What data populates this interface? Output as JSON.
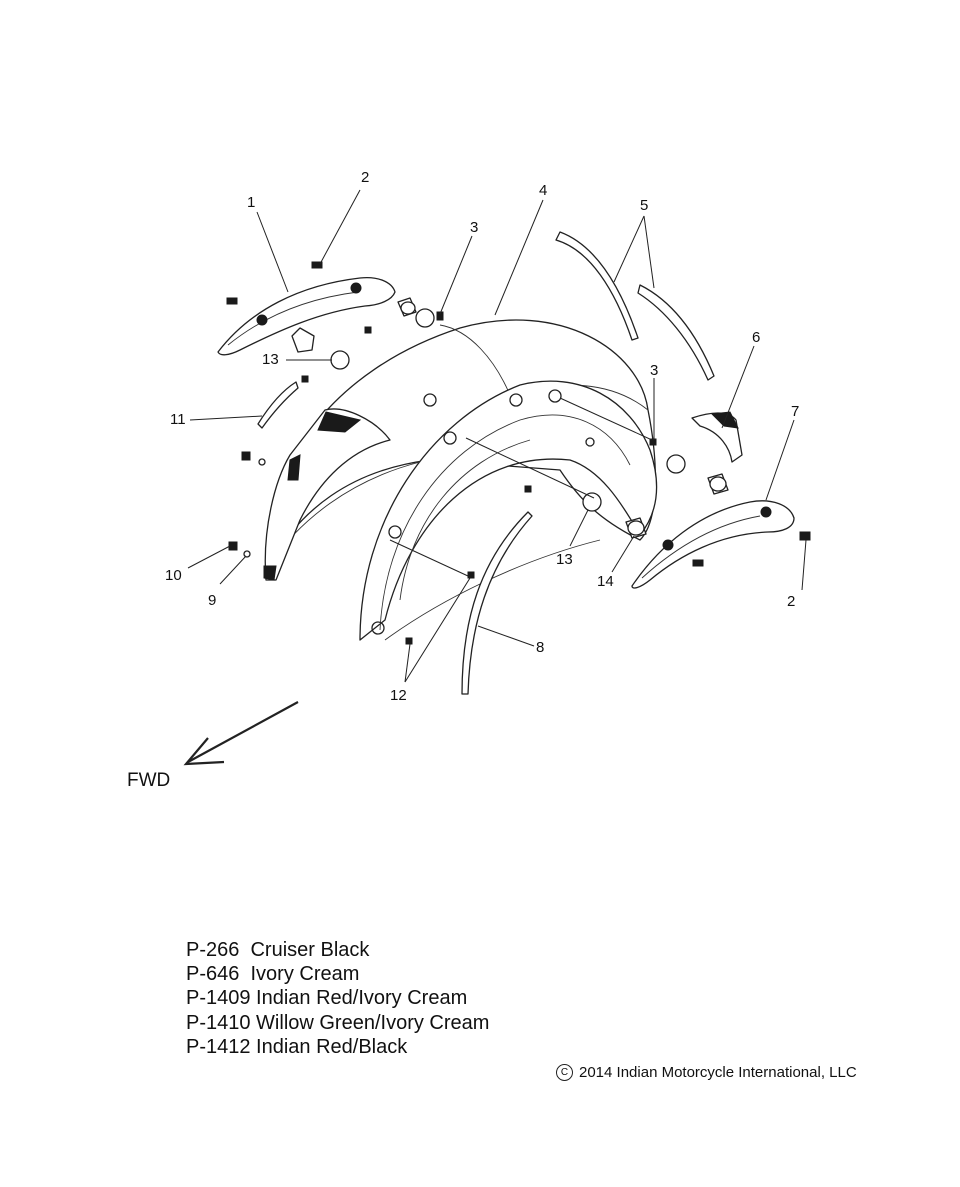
{
  "diagram": {
    "callouts": {
      "c1": "1",
      "c2a": "2",
      "c2b": "2",
      "c3a": "3",
      "c3b": "3",
      "c4": "4",
      "c5": "5",
      "c6": "6",
      "c7": "7",
      "c8": "8",
      "c9": "9",
      "c10": "10",
      "c11": "11",
      "c12": "12",
      "c13a": "13",
      "c13b": "13",
      "c14": "14"
    },
    "direction_label": "FWD"
  },
  "legend": {
    "items": [
      "P-266  Cruiser Black",
      "P-646  Ivory Cream",
      "P-1409 Indian Red/Ivory Cream",
      "P-1410 Willow Green/Ivory Cream",
      "P-1412 Indian Red/Black"
    ]
  },
  "copyright": {
    "symbol": "C",
    "text": "2014 Indian Motorcycle International, LLC"
  }
}
